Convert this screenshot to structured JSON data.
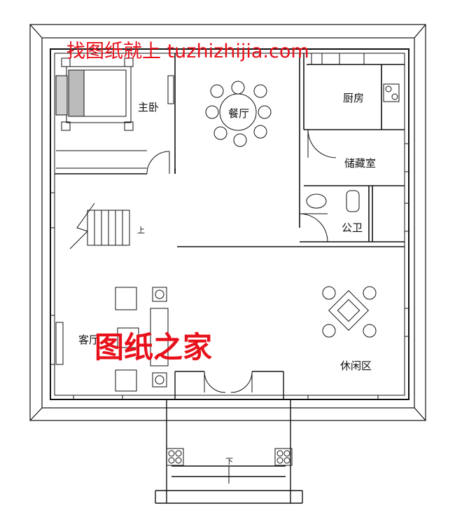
{
  "watermark": {
    "top": "找图纸就上 tuzhizhijia.com",
    "center": "图纸之家"
  },
  "rooms": {
    "master_bedroom": "主卧",
    "dining": "餐厅",
    "kitchen": "厨房",
    "storage": "储藏室",
    "bathroom": "公卫",
    "living": "客厅",
    "leisure": "休闲区"
  },
  "stair_up": "上",
  "entry_down": "下",
  "colors": {
    "wall": "#111111",
    "watermark": "#e8101a",
    "background": "#ffffff"
  }
}
